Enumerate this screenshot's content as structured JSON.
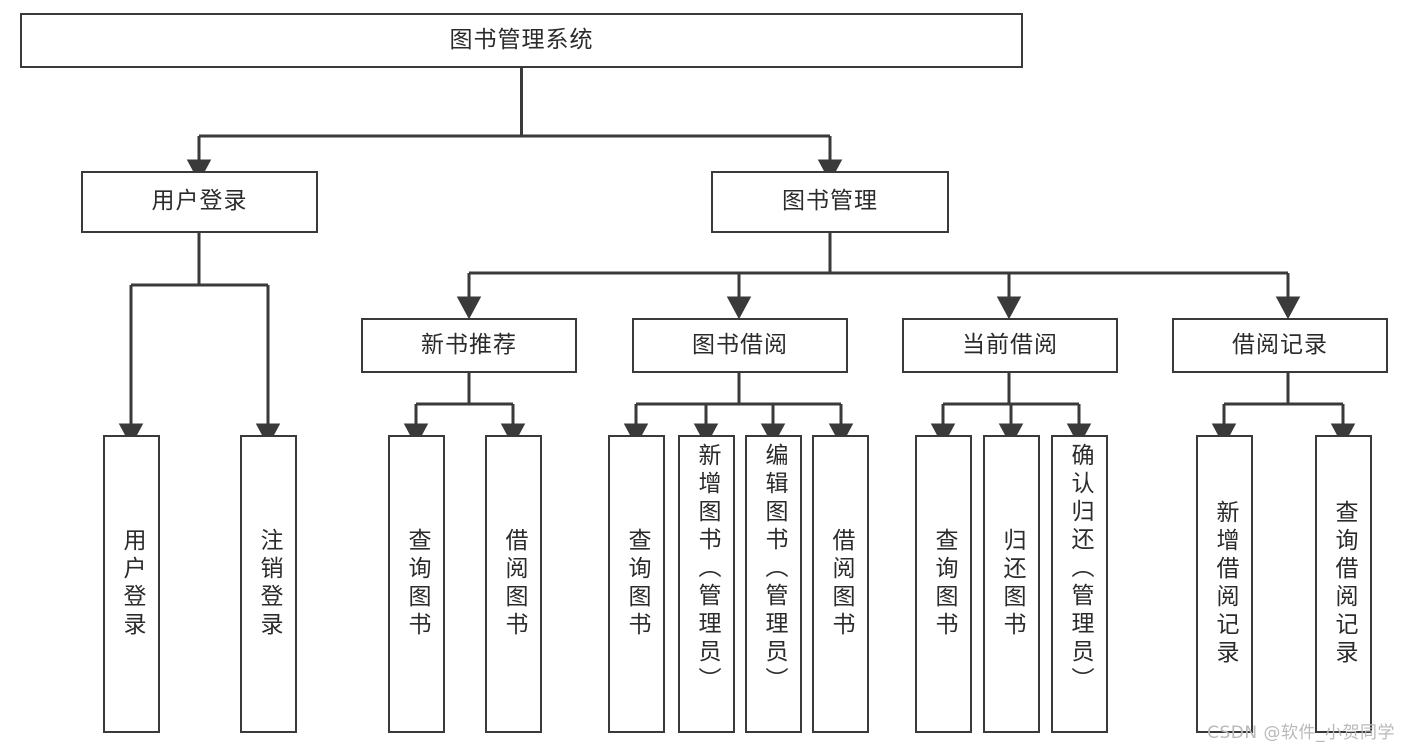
{
  "diagram": {
    "type": "tree",
    "title": "图书管理系统",
    "root": {
      "id": "root",
      "label": "图书管理系统",
      "orientation": "horizontal"
    },
    "level1": [
      {
        "id": "user-login",
        "label": "用户登录",
        "orientation": "horizontal"
      },
      {
        "id": "book-manage",
        "label": "图书管理",
        "orientation": "horizontal"
      }
    ],
    "level2": [
      {
        "id": "new-book-recommend",
        "label": "新书推荐",
        "orientation": "horizontal",
        "parent": "book-manage"
      },
      {
        "id": "book-borrow",
        "label": "图书借阅",
        "orientation": "horizontal",
        "parent": "book-manage"
      },
      {
        "id": "current-borrow",
        "label": "当前借阅",
        "orientation": "horizontal",
        "parent": "book-manage"
      },
      {
        "id": "borrow-record",
        "label": "借阅记录",
        "orientation": "horizontal",
        "parent": "book-manage"
      }
    ],
    "leaves": [
      {
        "id": "leaf-user-login",
        "label": "用户登录",
        "parent": "user-login"
      },
      {
        "id": "leaf-logout-login",
        "label": "注销登录",
        "parent": "user-login"
      },
      {
        "id": "leaf-query-book-1",
        "label": "查询图书",
        "parent": "new-book-recommend"
      },
      {
        "id": "leaf-borrow-book-1",
        "label": "借阅图书",
        "parent": "new-book-recommend"
      },
      {
        "id": "leaf-query-book-2",
        "label": "查询图书",
        "parent": "book-borrow"
      },
      {
        "id": "leaf-add-book",
        "label": "新增图书（管理员）",
        "parent": "book-borrow"
      },
      {
        "id": "leaf-edit-book",
        "label": "编辑图书（管理员）",
        "parent": "book-borrow"
      },
      {
        "id": "leaf-borrow-book-2",
        "label": "借阅图书",
        "parent": "book-borrow"
      },
      {
        "id": "leaf-query-book-3",
        "label": "查询图书",
        "parent": "current-borrow"
      },
      {
        "id": "leaf-return-book",
        "label": "归还图书",
        "parent": "current-borrow"
      },
      {
        "id": "leaf-confirm-return",
        "label": "确认归还（管理员）",
        "parent": "current-borrow"
      },
      {
        "id": "leaf-add-record",
        "label": "新增借阅记录",
        "parent": "borrow-record"
      },
      {
        "id": "leaf-query-record",
        "label": "查询借阅记录",
        "parent": "borrow-record"
      }
    ],
    "colors": {
      "stroke": "#3a3a3a",
      "text": "#2b2b2b",
      "background": "#ffffff",
      "watermark": "#b9b9b9"
    }
  },
  "watermark": {
    "text": "CSDN @软件_小贺同学"
  }
}
